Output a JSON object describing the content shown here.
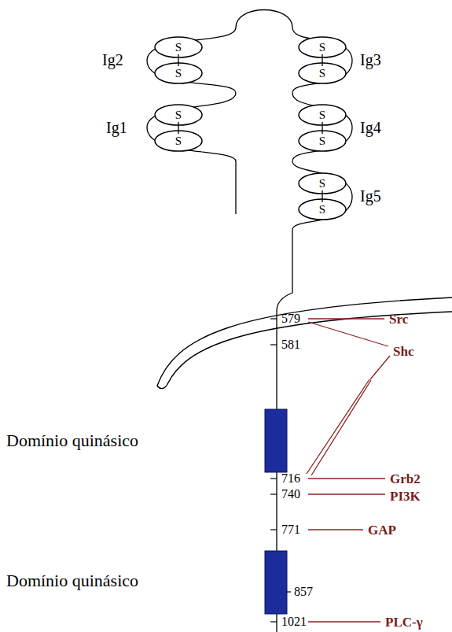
{
  "diagram": {
    "labels": [
      "Ig2",
      "S",
      "S",
      "Ig3",
      "S",
      "S",
      "Ig1",
      "S",
      "S",
      "Ig4",
      "S",
      "S",
      "Ig5",
      "S",
      "S",
      "579",
      "Src",
      "581",
      "Shc",
      "Domínio quinásico",
      "716",
      "Grb2",
      "740",
      "PI3K",
      "771",
      "GAP",
      "Domínio quinásico",
      "857",
      "1021",
      "PLC-γ"
    ]
  }
}
